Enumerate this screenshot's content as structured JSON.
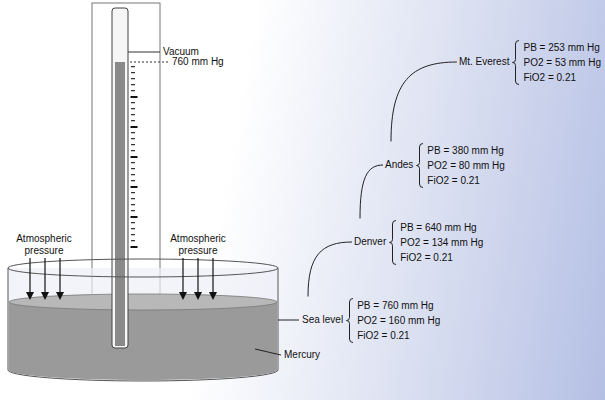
{
  "diagram": {
    "nodes": [
      {
        "text": [
          "Mt. Everest",
          "PB = 253 mm Hg",
          "PO2 = 53 mm Hg",
          "FiO2 = 0.21"
        ]
      },
      {
        "text": [
          "Andes",
          "PB = 380 mm Hg",
          "PO2 = 80 mm Hg",
          "FiO2 = 0.21"
        ]
      },
      {
        "text": [
          "Denver",
          "PB = 640 mm Hg",
          "PO2 = 134 mm Hg",
          "FiO2 = 0.21"
        ]
      },
      {
        "text": [
          "Sea level",
          "PB = 760 mm Hg",
          "PO2 = 160 mm Hg",
          "FiO2 = 0.21"
        ]
      }
    ],
    "edges": [
      {
        "from": 3,
        "to": 2,
        "arrow": "none"
      },
      {
        "from": 2,
        "to": 1,
        "arrow": "none"
      },
      {
        "from": 1,
        "to": 0,
        "arrow": "none"
      }
    ],
    "labels": [
      "Vacuum",
      "760 mm Hg",
      "Atmospheric pressure",
      "Atmospheric pressure",
      "Mercury"
    ]
  }
}
